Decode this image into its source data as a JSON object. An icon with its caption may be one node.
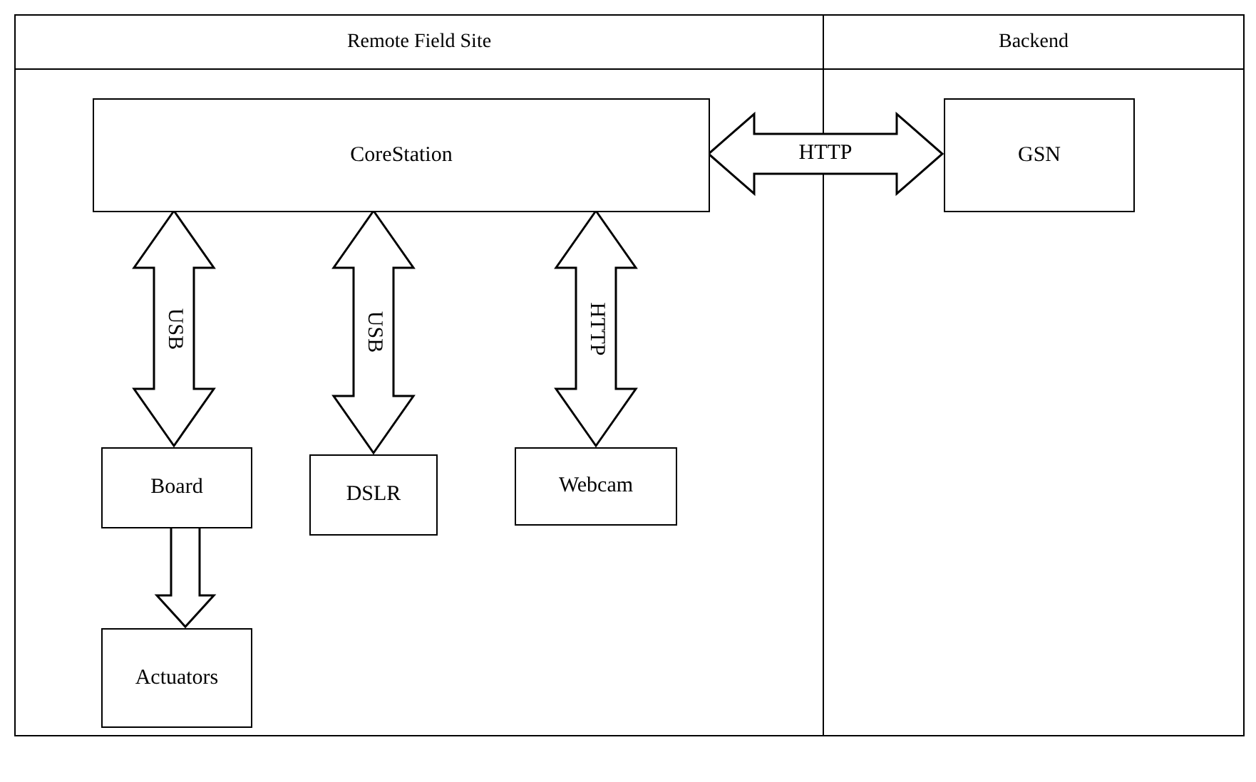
{
  "diagram": {
    "nodes": [
      {
        "text": [
          "Remote Field Site"
        ]
      },
      {
        "text": [
          "Backend"
        ]
      },
      {
        "text": [
          "CoreStation"
        ],
        "in": 0
      },
      {
        "text": [
          "GSN"
        ],
        "in": 1
      },
      {
        "text": [
          "Board"
        ],
        "in": 0
      },
      {
        "text": [
          "DSLR"
        ],
        "in": 0
      },
      {
        "text": [
          "Webcam"
        ],
        "in": 0
      },
      {
        "text": [
          "Actuators"
        ],
        "in": 0
      }
    ],
    "edges": [
      {
        "from": 2,
        "to": 3,
        "arrow": "both",
        "label": "HTTP"
      },
      {
        "from": 2,
        "to": 4,
        "arrow": "both",
        "label": "USB"
      },
      {
        "from": 2,
        "to": 5,
        "arrow": "both",
        "label": "USB"
      },
      {
        "from": 2,
        "to": 6,
        "arrow": "both",
        "label": "HTTP"
      },
      {
        "from": 4,
        "to": 7,
        "arrow": "to"
      }
    ]
  }
}
